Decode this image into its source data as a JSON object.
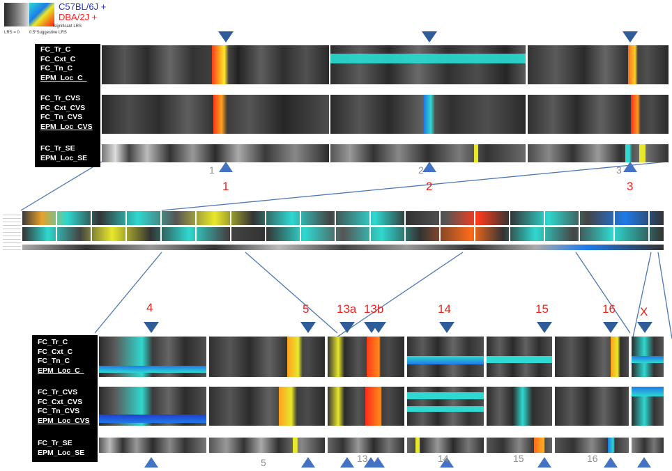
{
  "legend": {
    "c57_label": "C57BL/6J +",
    "dba_label": "DBA/2J +",
    "lrs0_label": "LRS = 0",
    "suggestive_label": "0.5*Suggestive LRS",
    "significant_label": "Significant LRS",
    "c57_color": "#1f2fd1",
    "dba_color": "#ff1a1a"
  },
  "trait_groups": {
    "C": [
      "FC_Tr_C",
      "FC_Cxt_C",
      "FC_Tn_C",
      "EPM_Loc_C_"
    ],
    "CVS": [
      "FC_Tr_CVS",
      "FC_Cxt_CVS",
      "FC_Tn_CVS",
      "EPM_Loc_CVS"
    ],
    "SE": [
      "FC_Tr_SE",
      "EPM_Loc_SE"
    ]
  },
  "top_panel": {
    "locus_labels": [
      "1",
      "2",
      "3"
    ],
    "chrom_numbers": [
      "1",
      "2",
      "3"
    ]
  },
  "bottom_panel": {
    "locus_labels": [
      "4",
      "5",
      "13a",
      "13b",
      "14",
      "15",
      "16",
      "X"
    ],
    "chrom_numbers": [
      "5",
      "13",
      "14",
      "15",
      "16"
    ]
  },
  "colors": {
    "accent_red": "#e8231f",
    "marker_blue": "#2f5d9a",
    "connector": "#4a77b5"
  }
}
